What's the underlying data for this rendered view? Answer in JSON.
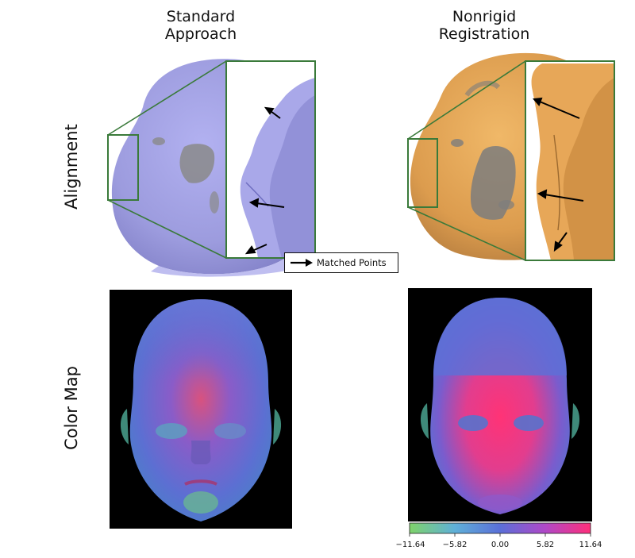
{
  "columns": {
    "left": {
      "line1": "Standard",
      "line2": "Approach"
    },
    "right": {
      "line1": "Nonrigid",
      "line2": "Registration"
    }
  },
  "rows": {
    "top": "Alignment",
    "bottom": "Color Map"
  },
  "legend": {
    "label": "Matched Points",
    "icon": "right-arrow-icon"
  },
  "colorbar": {
    "ticks": [
      "−11.64",
      "−5.82",
      "0.00",
      "5.82",
      "11.64"
    ],
    "range": [
      -11.64,
      11.64
    ],
    "colors": [
      "#7fd36a",
      "#5fb0d8",
      "#5a6fd8",
      "#9b4fd0",
      "#ff2f7a"
    ]
  },
  "colors": {
    "standard_mesh": "#9c9be0",
    "nonrigid_mesh": "#e3a552",
    "callout": "#3a7a3a",
    "background_maps": "#000000"
  }
}
